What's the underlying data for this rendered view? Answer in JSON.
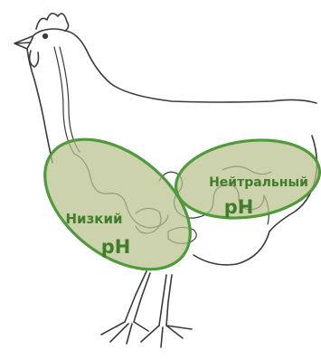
{
  "diagram": {
    "zones": [
      {
        "id": "low",
        "line1": "Низкий",
        "line2": "pH"
      },
      {
        "id": "neutral",
        "line1": "Нейтральный",
        "line2": "pH"
      }
    ],
    "colors": {
      "outline": "#3a3a3a",
      "zone_fill": "#b9c08c",
      "zone_stroke": "#4f9a3a",
      "label": "#3f7d2a"
    }
  }
}
